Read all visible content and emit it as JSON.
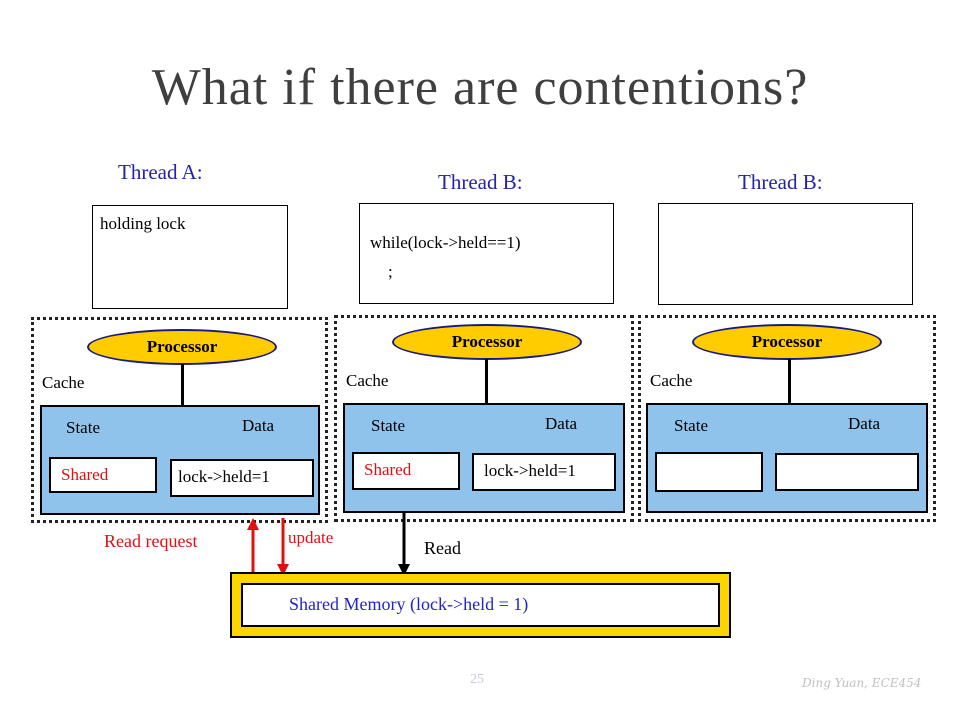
{
  "title": "What if there are contentions?",
  "threads": [
    {
      "label": "Thread A:",
      "code_line1": "holding lock",
      "code_line2": ""
    },
    {
      "label": "Thread B:",
      "code_line1": "while(lock->held==1)",
      "code_line2": ";"
    },
    {
      "label": "Thread B:",
      "code_line1": "",
      "code_line2": ""
    }
  ],
  "processor_label": "Processor",
  "cache_label": "Cache",
  "state_header": "State",
  "data_header": "Data",
  "caches": [
    {
      "state": "Shared",
      "data": "lock->held=1"
    },
    {
      "state": "Shared",
      "data": "lock->held=1"
    },
    {
      "state": "",
      "data": ""
    }
  ],
  "arrows": {
    "read_request": "Read request",
    "update": "update",
    "read": "Read"
  },
  "shared_memory": "Shared Memory (lock->held = 1)",
  "footer": {
    "page_number": "25",
    "author": "Ding Yuan, ECE454"
  }
}
